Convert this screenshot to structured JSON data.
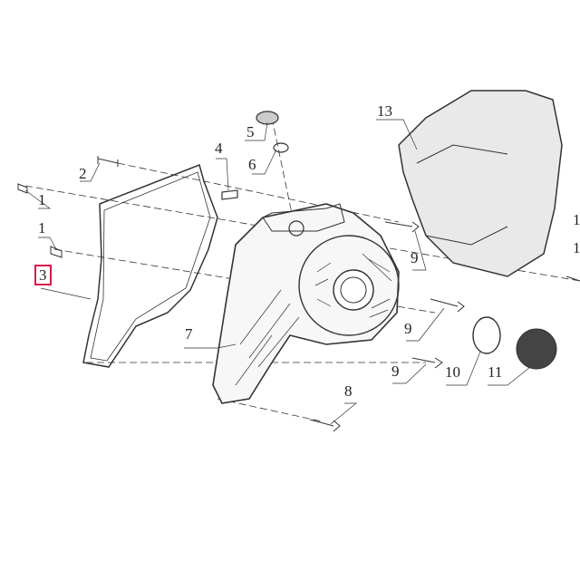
{
  "callouts": [
    {
      "id": "c13",
      "text": "13"
    },
    {
      "id": "c5",
      "text": "5"
    },
    {
      "id": "c6",
      "text": "6"
    },
    {
      "id": "c4",
      "text": "4"
    },
    {
      "id": "c2",
      "text": "2"
    },
    {
      "id": "c1a",
      "text": "1"
    },
    {
      "id": "c1b",
      "text": "1"
    },
    {
      "id": "c3",
      "text": "3",
      "highlighted": true
    },
    {
      "id": "c9a",
      "text": "9"
    },
    {
      "id": "c9b",
      "text": "9"
    },
    {
      "id": "c9c",
      "text": "9"
    },
    {
      "id": "c10",
      "text": "10"
    },
    {
      "id": "c11",
      "text": "11"
    },
    {
      "id": "c7",
      "text": "7"
    },
    {
      "id": "c8",
      "text": "8"
    },
    {
      "id": "cedge1",
      "text": "1"
    },
    {
      "id": "cedge2",
      "text": "1"
    }
  ],
  "highlight_color": "#d6194b"
}
